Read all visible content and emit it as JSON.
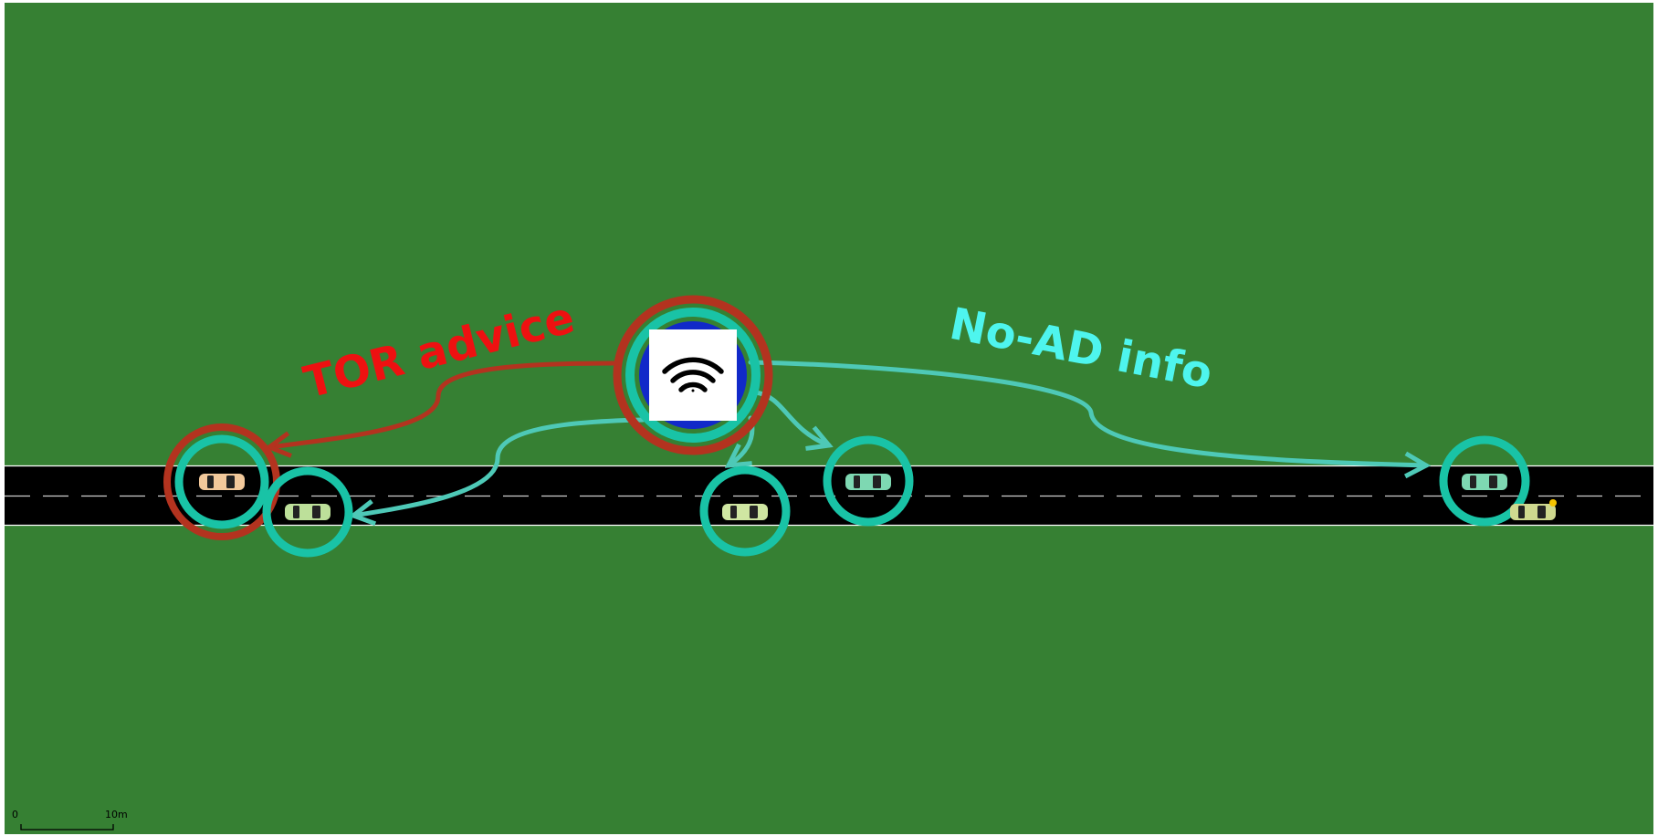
{
  "colors": {
    "grass": "#368033",
    "road": "#000000",
    "road_edge": "#ffffff",
    "lane_dash": "#cccccc",
    "tor_ring": "#b3331f",
    "tor_arrow": "#b3331f",
    "tor_text": "#ee1111",
    "info_ring": "#19c3a6",
    "info_arrow": "#4ec9b7",
    "info_text": "#4ef5ee",
    "rsu_blue": "#1129c9"
  },
  "labels": {
    "tor_advice": "TOR advice",
    "no_ad_info": "No-AD info"
  },
  "scale_bar": {
    "start_label": "0",
    "end_label": "10m"
  },
  "rsu": {
    "icon": "wifi-icon"
  },
  "vehicles": [
    {
      "id": "veh-1",
      "color": "#f2c99b",
      "tor": true
    },
    {
      "id": "veh-2",
      "color": "#bde09a",
      "tor": false
    },
    {
      "id": "veh-3",
      "color": "#cfe6a2",
      "tor": false
    },
    {
      "id": "veh-4",
      "color": "#7ed8b2",
      "tor": false
    },
    {
      "id": "veh-5",
      "color": "#7ed8b2",
      "tor": false
    },
    {
      "id": "veh-6",
      "color": "#cfd98f",
      "tor": false
    }
  ]
}
